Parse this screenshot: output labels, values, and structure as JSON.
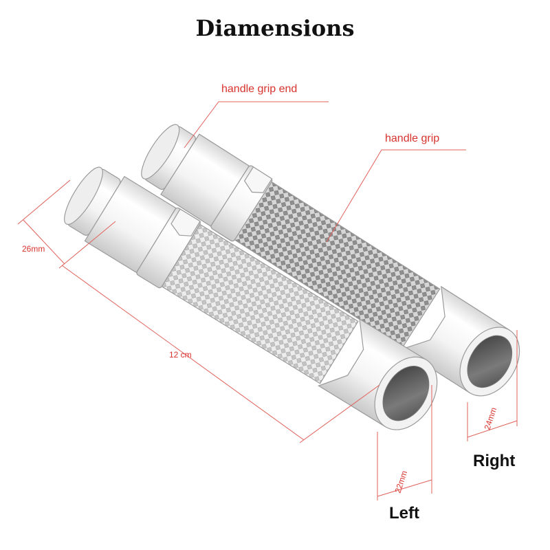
{
  "title": "Diamensions",
  "callouts": {
    "grip_end": "handle grip end",
    "grip": "handle grip"
  },
  "dimensions": {
    "end_diameter": "26mm",
    "length": "12 cm",
    "left_inner": "22mm",
    "right_inner": "24mm"
  },
  "sides": {
    "right": "Right",
    "left": "Left"
  },
  "colors": {
    "annotation": "#d8322c",
    "leader_line": "#e0605a",
    "text": "#111111"
  }
}
